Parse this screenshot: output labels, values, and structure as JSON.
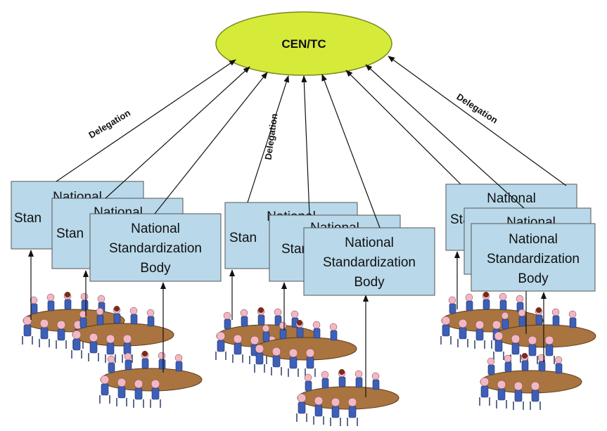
{
  "root": {
    "label": "CEN/TC",
    "fill": "#d6ea3a",
    "stroke": "#7a8a1a"
  },
  "delegation_label": "Delegation",
  "box": {
    "partial_line1": "National",
    "partial_line2": "Stan",
    "line1": "National",
    "line2": "Standardization",
    "line3": "Body",
    "fill": "#b9d9ea"
  },
  "groups": [
    {
      "name": "left"
    },
    {
      "name": "center"
    },
    {
      "name": "right"
    }
  ],
  "bottom_caption": ""
}
